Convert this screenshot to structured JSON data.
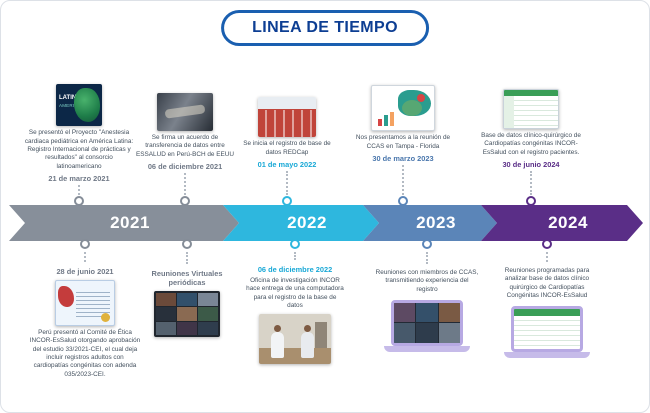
{
  "title": "LINEA DE TIEMPO",
  "colors": {
    "title_blue": "#0d3e93",
    "year_2021": "#878f9a",
    "year_2022": "#2eb7de",
    "year_2023": "#5b85b8",
    "year_2024": "#5a2e87"
  },
  "timeline_years": [
    {
      "label": "2021"
    },
    {
      "label": "2022"
    },
    {
      "label": "2023"
    },
    {
      "label": "2024"
    }
  ],
  "logo": {
    "line1": "LATIN",
    "line2": "AMERICA"
  },
  "top_events": [
    {
      "image": "latin-america-logo",
      "text": "Se presentó el Proyecto \"Anestesia cardiaca pediátrica en América Latina: Registro Internacional de prácticas y resultados\" al consorcio latinoamericano",
      "date": "21 de marzo 2021"
    },
    {
      "image": "handshake-photo",
      "text": "Se firma un acuerdo de transferencia de datos entre ESSALUD en Perú-BCH de EEUU",
      "date": "06 de diciembre 2021"
    },
    {
      "image": "incor-building-photo",
      "text": "Se inicia el registro de base de datos REDCap",
      "date": "01 de mayo 2022"
    },
    {
      "image": "ccas-presentation-slide",
      "text": "Nos presentamos a la reunión de CCAS en Tampa - Florida",
      "date": "30 de marzo 2023"
    },
    {
      "image": "database-spreadsheet",
      "text": "Base de datos clínico-quirúrgico de Cardiopatías congénitas INCOR-EsSalud con el registro pacientes.",
      "date": "30 de junio 2024"
    }
  ],
  "bottom_events": [
    {
      "date": "28 de junio 2021",
      "image": "ethics-approval-certificate",
      "text": "Perú presentó al Comité de Ética INCOR-EsSalud otorgando aprobación del estudio 33/2021-CEI, el cual deja incluir registros adultos con cardiopatías congénitas con adenda 035/2023-CEI."
    },
    {
      "title": "Reuniones Virtuales periódicas",
      "image": "virtual-meeting-grid"
    },
    {
      "date": "06 de diciembre 2022",
      "text": "Oficina de investigación INCOR hace entrega de una computadora para el registro de la base de datos",
      "image": "incor-office-photo"
    },
    {
      "text": "Reuniones con miembros de CCAS, transmitiendo experiencia del registro",
      "image": "laptop-video-call"
    },
    {
      "text": "Reuniones programadas para analizar base de datos clínico quirúrgico de Cardiopatías Congénitas INCOR-EsSalud",
      "image": "laptop-database"
    }
  ]
}
